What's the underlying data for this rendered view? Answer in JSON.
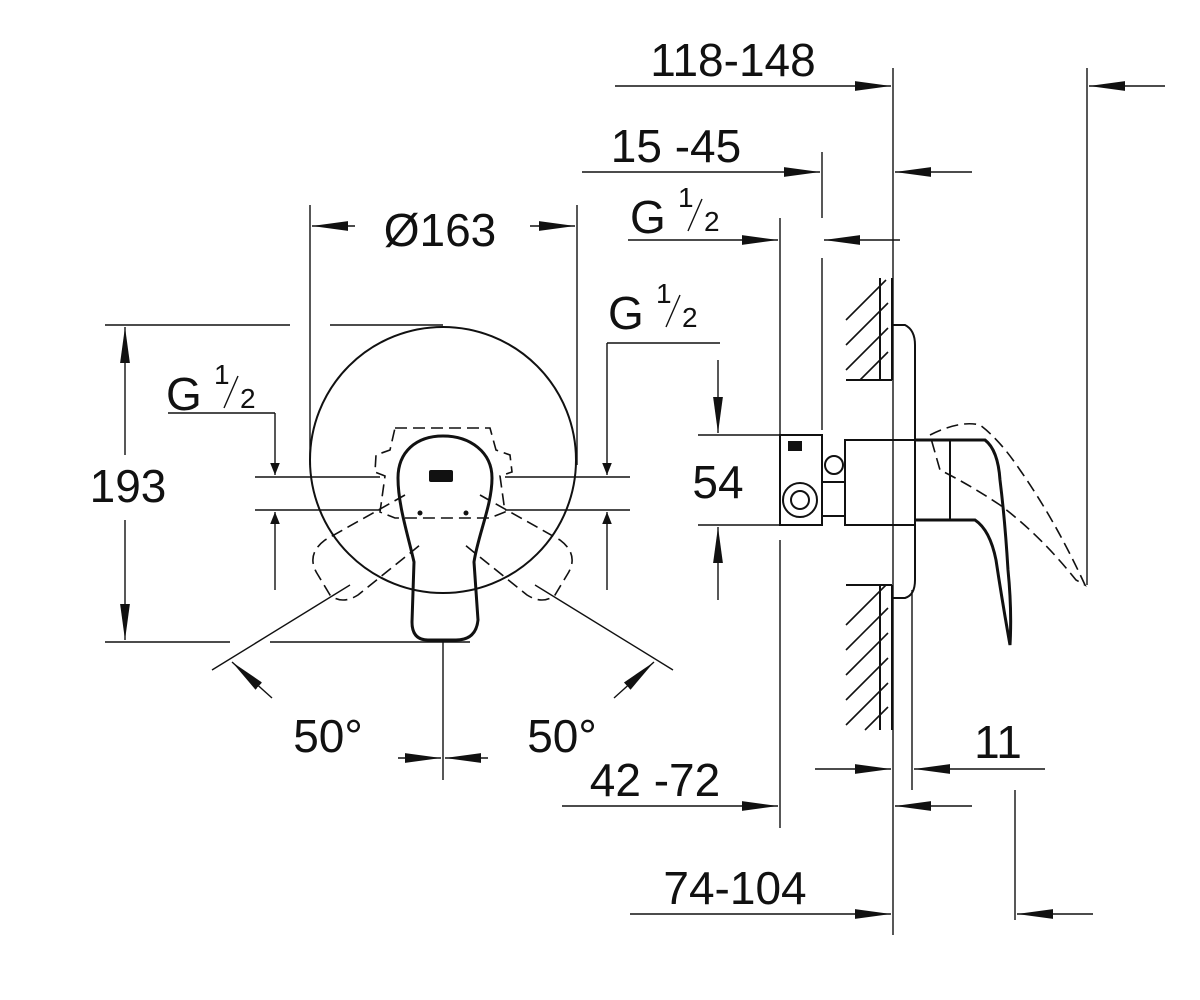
{
  "front_view": {
    "diameter_label": "Ø163",
    "height_label": "193",
    "connection_left": {
      "main": "G",
      "num": "1",
      "den": "2"
    },
    "connection_right": {
      "main": "G",
      "num": "1",
      "den": "2"
    },
    "angle_left_label": "50°",
    "angle_right_label": "50°"
  },
  "side_view": {
    "dim_total_label": "118-148",
    "dim_depth_label": "15 -45",
    "connection_top": {
      "main": "G",
      "num": "1",
      "den": "2"
    },
    "dim_connection_height_label": "54",
    "dim_mid_label": "42 -72",
    "dim_plate_label": "11",
    "dim_bottom_label": "74-104"
  }
}
